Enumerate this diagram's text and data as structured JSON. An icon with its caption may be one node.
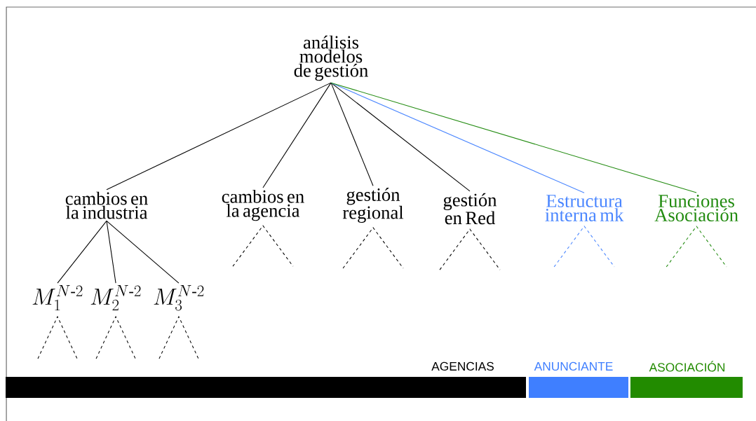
{
  "diagram": {
    "nodes": [
      {
        "text": [
          "análisis modelos de gestión"
        ]
      },
      {
        "text": [
          "cambios en la industria"
        ]
      },
      {
        "text": [
          "cambios en la agencia"
        ]
      },
      {
        "text": [
          "gestión regional"
        ]
      },
      {
        "text": [
          "gestión en Red"
        ]
      },
      {
        "text": [
          "Estructura interna mk"
        ]
      },
      {
        "text": [
          "Funciones Asociación"
        ]
      },
      {
        "text": [
          "M_{1}^{N\\text{-}2}"
        ]
      },
      {
        "text": [
          "M_{2}^{N\\text{-}2}"
        ]
      },
      {
        "text": [
          "M_{3}^{N\\text{-}2}"
        ]
      }
    ],
    "edges": [
      {
        "from": 0,
        "to": 1,
        "arrow": "none"
      },
      {
        "from": 0,
        "to": 2,
        "arrow": "none"
      },
      {
        "from": 0,
        "to": 3,
        "arrow": "none"
      },
      {
        "from": 0,
        "to": 4,
        "arrow": "none"
      },
      {
        "from": 0,
        "to": 5,
        "arrow": "none",
        "color": "#4a86ff"
      },
      {
        "from": 0,
        "to": 6,
        "arrow": "none",
        "color": "#228b10"
      },
      {
        "from": 1,
        "to": 7,
        "arrow": "none"
      },
      {
        "from": 1,
        "to": 8,
        "arrow": "none"
      },
      {
        "from": 1,
        "to": 9,
        "arrow": "none"
      }
    ],
    "legend": [
      {
        "text": "AGENCIAS",
        "color": "#000000"
      },
      {
        "text": "ANUNCIANTE",
        "color": "#3f7fff"
      },
      {
        "text": "ASOCIACIÓN",
        "color": "#228b00"
      }
    ]
  }
}
